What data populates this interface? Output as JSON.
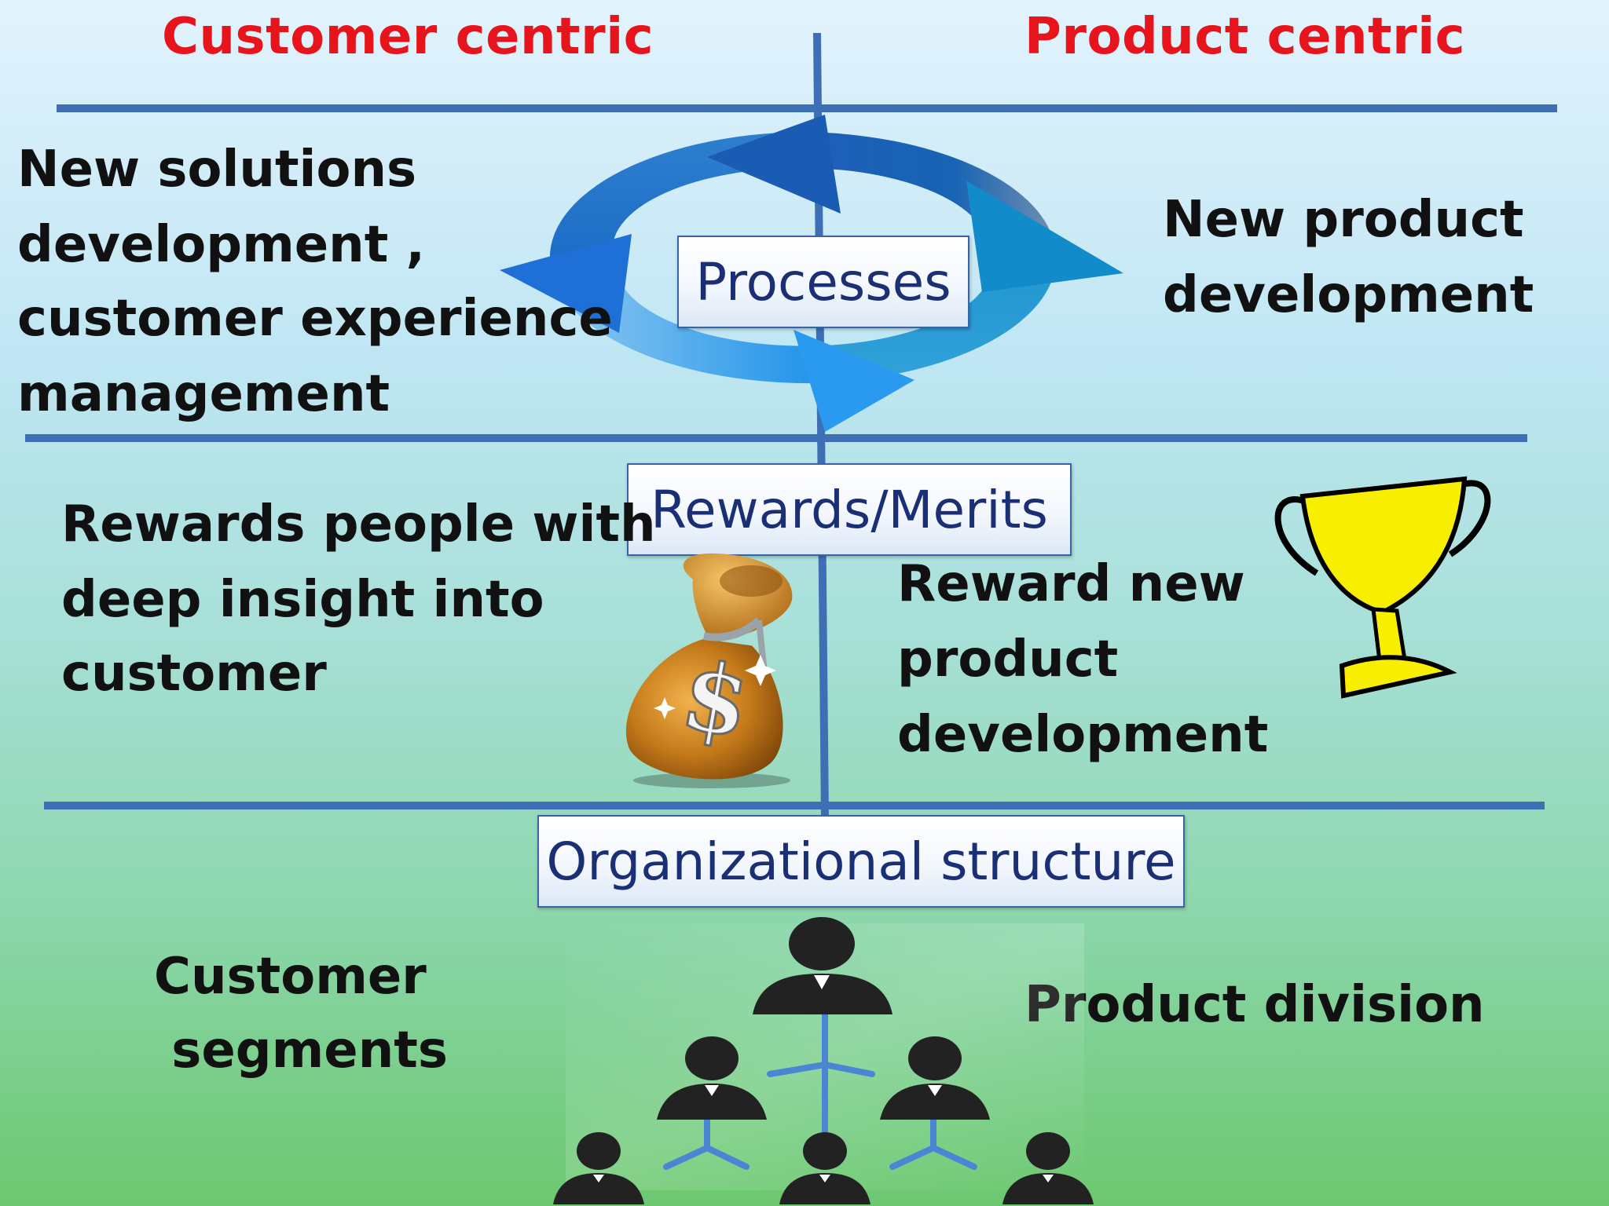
{
  "headers": {
    "left": "Customer centric",
    "right": "Product centric"
  },
  "processes": {
    "label": "Processes",
    "left_lines": [
      "New solutions",
      "development ,",
      "customer experience",
      "management"
    ],
    "right_lines": [
      "New product",
      "development"
    ]
  },
  "rewards": {
    "label": "Rewards/Merits",
    "left_lines": [
      "Rewards people with",
      "deep insight into",
      "customer"
    ],
    "right_lines": [
      "Reward new",
      "product",
      "development"
    ]
  },
  "organization": {
    "label": "Organizational structure",
    "left_lines": [
      "Customer",
      " segments"
    ],
    "right_lines": [
      "Product division"
    ]
  },
  "icons": {
    "cycle": "cycle-arrows-icon",
    "money": "money-bag-icon",
    "trophy": "trophy-icon",
    "org": "org-chart-icon"
  },
  "colors": {
    "header_red": "#e8141c",
    "line_blue": "#3e6fb5",
    "label_navy": "#1b2f75",
    "trophy_yellow": "#f8ee00"
  }
}
